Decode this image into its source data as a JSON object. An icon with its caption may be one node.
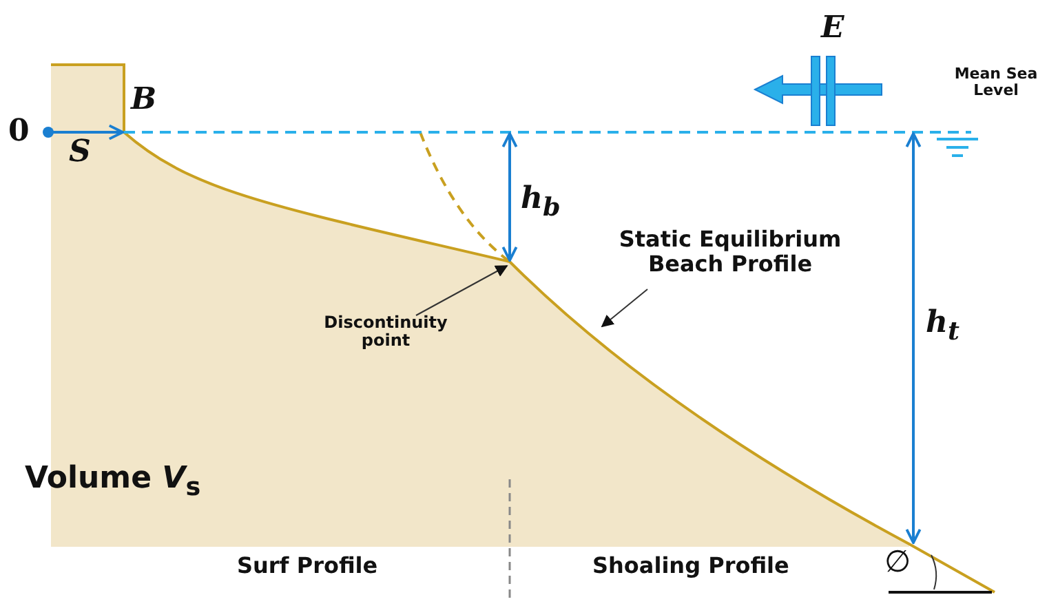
{
  "diagram": {
    "nodes": [
      {
        "text": [
          "Discontinuity point"
        ]
      },
      {
        "text": [
          "Static Equilibrium Beach Profile"
        ]
      }
    ],
    "edges": [
      {
        "from": 0,
        "to": null,
        "arrow": "to"
      },
      {
        "from": 1,
        "to": null,
        "arrow": "to"
      }
    ],
    "labels": [
      "E",
      "Mean Sea Level",
      "B",
      "0",
      "S",
      "h$_{b}$",
      "h$_{t}$",
      "Volume *V*$_{s}$",
      "Surf Profile",
      "Shoaling Profile",
      "∅"
    ]
  }
}
